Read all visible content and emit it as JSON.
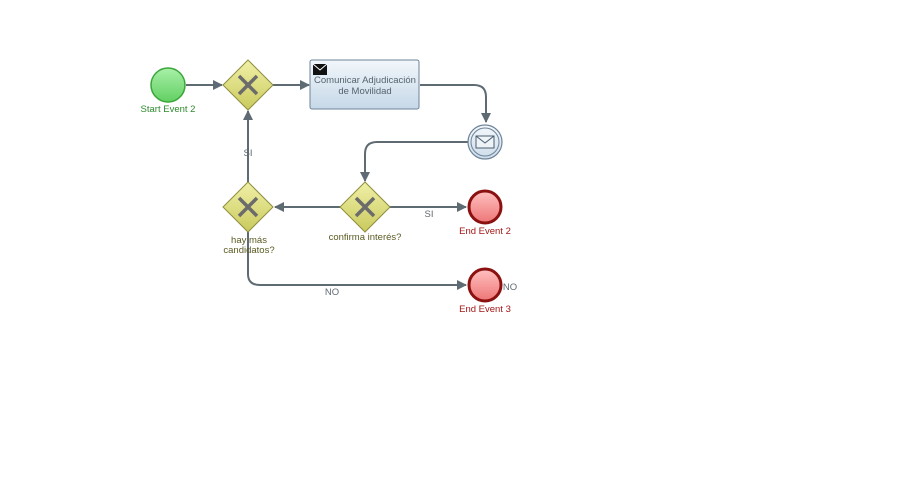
{
  "diagram": {
    "events": {
      "start": "Start Event 2",
      "end2": "End Event 2",
      "end3": "End Event 3"
    },
    "task": {
      "line1": "Comunicar Adjudicación",
      "line2": "de Movilidad",
      "icon": "envelope-icon"
    },
    "gateways": {
      "confirma": "confirma interés?",
      "hay_line1": "hay más",
      "hay_line2": "candidatos?"
    },
    "flows": {
      "si_up": "SI",
      "si_right": "SI",
      "no_bottom": "NO",
      "no_end3": "NO"
    },
    "colors": {
      "start_fill": "#7ee07e",
      "end_fill": "#f28b8b",
      "end_stroke": "#8b1010",
      "gateway_fill": "#dede80",
      "task_fill": "#dbe7f1",
      "flow": "#5f6b73"
    }
  }
}
